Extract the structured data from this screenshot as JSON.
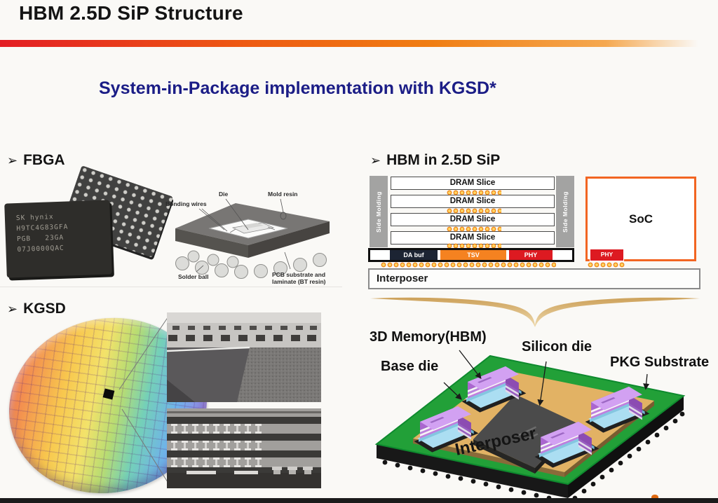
{
  "slide": {
    "title": "HBM 2.5D SiP Structure",
    "subtitle": "System-in-Package implementation with KGSD*",
    "bullet_glyph": "➢"
  },
  "sections": {
    "fbga": "FBGA",
    "kgsd": "KGSD",
    "sip": "HBM in 2.5D SiP"
  },
  "fbga_figure": {
    "chip_marking_line1": "SK hynix",
    "chip_marking_line2": "H9TC4G83GFA",
    "chip_marking_line3": "PGB   23GA",
    "chip_marking_line4": "07J0000QAC",
    "cutaway": {
      "bonding_wires": "Bonding wires",
      "die": "Die",
      "mold_resin": "Mold resin",
      "solder_ball": "Solder ball",
      "pcb_line1": "PCB substrate and",
      "pcb_line2": "laminate (BT resin)"
    }
  },
  "sip_figure": {
    "side_molding": "Side Molding",
    "dram_slices": [
      "DRAM Slice",
      "DRAM Slice",
      "DRAM Slice",
      "DRAM Slice"
    ],
    "base_die_blocks": {
      "da": "DA buf",
      "tsv": "TSV",
      "phy": "PHY"
    },
    "soc": "SoC",
    "soc_phy": "PHY",
    "interposer": "Interposer"
  },
  "package_figure": {
    "memory_label": "3D Memory(HBM)",
    "silicon_label": "Silicon die",
    "base_label": "Base die",
    "substrate_label": "PKG Substrate",
    "interposer_label": "Interposer"
  },
  "colors": {
    "accent_red": "#e31e24",
    "accent_orange": "#f07d12",
    "subtitle_blue": "#1b1d86",
    "soc_border_orange": "#f26522",
    "phy_red": "#dd1a21",
    "tsv_orange": "#f58220",
    "da_navy": "#1c2433",
    "substrate_green": "#22a038",
    "interposer_tan": "#e2b264",
    "hbm_purple": "#b678d8"
  }
}
